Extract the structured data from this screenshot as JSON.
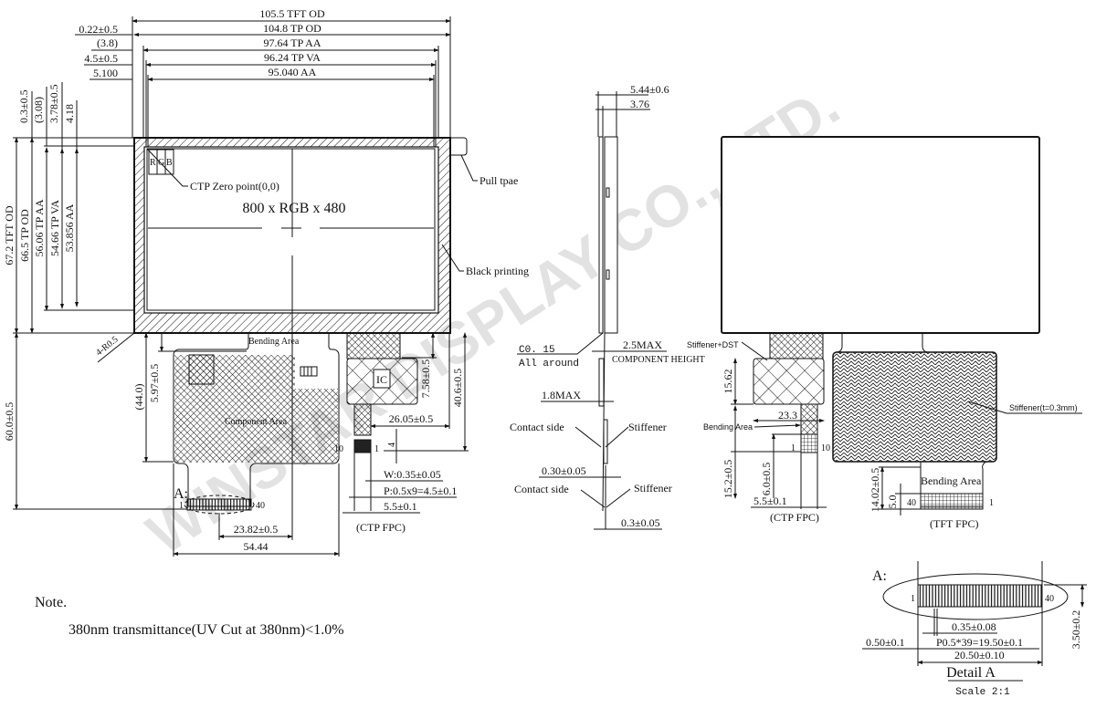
{
  "front_view": {
    "top_dims": {
      "tft_od": "105.5 TFT OD",
      "tp_od": "104.8 TP OD",
      "tp_aa": "97.64 TP AA",
      "tp_va": "96.24 TP VA",
      "aa": "95.040 AA"
    },
    "top_offsets": {
      "a": "0.22±0.5",
      "b": "(3.8)",
      "c": "4.5±0.5",
      "d": "5.100"
    },
    "left_dims": {
      "tft_od": "67.2 TFT OD",
      "tp_od": "66.5 TP OD",
      "tp_aa": "56.06 TP AA",
      "tp_va": "54.66 TP VA",
      "aa": "53.856 AA"
    },
    "left_offsets": {
      "a": "0.3±0.5",
      "b": "(3.08)",
      "c": "3.78±0.5",
      "d": "4.18"
    },
    "resolution": "800 x RGB x 480",
    "rgb": {
      "r": "R",
      "g": "G",
      "b": "B"
    },
    "ctp_zero": "CTP Zero point(0,0)",
    "pull_tape": "Pull tpae",
    "black_printing": "Black printing",
    "corner_radius": "4-R0.5",
    "bending_area": "Bending Area",
    "component_area": "Component Area",
    "dims": {
      "h60": "60.0±0.5",
      "h44": "(44.0)",
      "h597": "5.97±0.5",
      "w2382": "23.82±0.5",
      "w5444": "54.44"
    },
    "detail_ref": "A:",
    "pin_first": "1",
    "pin_last": "40",
    "ctp_fpc": {
      "ic": "IC",
      "h758": "7.58±0.5",
      "h406": "40.6±0.5",
      "w2605": "26.05±0.5",
      "h4": "4",
      "pin10": "10",
      "pin1": "1",
      "width": "W:0.35±0.05",
      "pitch": "P:0.5x9=4.5±0.1",
      "w55": "5.5±0.1",
      "label": "(CTP FPC)"
    }
  },
  "side_view": {
    "t544": "5.44±0.6",
    "t376": "3.76",
    "chamfer": "C0. 15",
    "all_around": "All around",
    "max25": "2.5MAX",
    "component_height": "COMPONENT HEIGHT",
    "max18": "1.8MAX",
    "contact_side_1": "Contact side",
    "stiffener_1": "Stiffener",
    "t030": "0.30±0.05",
    "contact_side_2": "Contact side",
    "stiffener_2": "Stiffener",
    "t03": "0.3±0.05"
  },
  "back_view": {
    "stiffener_dst": "Stiffener+DST",
    "h1562": "15.62",
    "w233": "23.3",
    "bending_area_ctp": "Bending Area",
    "h152": "15.2±0.5",
    "h60": "6.0±0.5",
    "pin1": "1",
    "pin10": "10",
    "w55": "5.5±0.1",
    "ctp_label": "(CTP FPC)",
    "stiffener": "Stiffener(t=0.3mm)",
    "bending_area_tft": "Bending Area",
    "h1402": "14.02±0.5",
    "h50": "5.0",
    "pin40": "40",
    "pin1b": "1",
    "tft_label": "(TFT FPC)"
  },
  "detail_a": {
    "ref": "A:",
    "pin1": "1",
    "pin40": "40",
    "w035": "0.35±0.08",
    "w050": "0.50±0.1",
    "pitch": "P0.5*39=19.50±0.1",
    "total": "20.50±0.10",
    "height": "3.50±0.2",
    "title": "Detail A",
    "scale": "Scale 2:1"
  },
  "notes": {
    "title": "Note.",
    "line1": "380nm transmittance(UV Cut at 380nm)<1.0%"
  },
  "watermark": "WINSTAR DISPLAY CO., LTD."
}
